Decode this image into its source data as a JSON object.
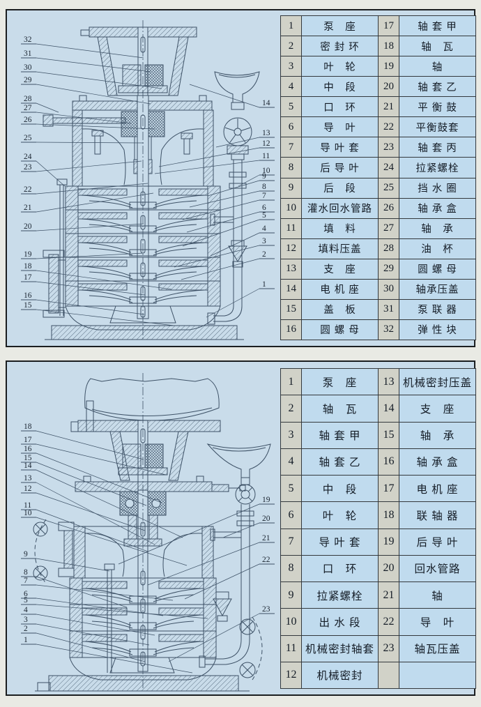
{
  "page_type": "pump cross-section diagrams with parts lists",
  "colors": {
    "page_bg": "#e9eae4",
    "panel_bg": "#c9dcea",
    "num_cell_bg": "#d1d2c8",
    "name_cell_bg": "#c0dbee",
    "line": "#3d5166",
    "border": "#1b1e20"
  },
  "panels": [
    {
      "id": "top",
      "table": {
        "rows": [
          [
            "1",
            "泵　座",
            "17",
            "轴 套 甲"
          ],
          [
            "2",
            "密 封 环",
            "18",
            "轴　瓦"
          ],
          [
            "3",
            "叶　轮",
            "19",
            "轴"
          ],
          [
            "4",
            "中　段",
            "20",
            "轴 套 乙"
          ],
          [
            "5",
            "口　环",
            "21",
            "平 衡 鼓"
          ],
          [
            "6",
            "导　叶",
            "22",
            "平衡鼓套"
          ],
          [
            "7",
            "导 叶 套",
            "23",
            "轴 套 丙"
          ],
          [
            "8",
            "后 导 叶",
            "24",
            "拉紧螺栓"
          ],
          [
            "9",
            "后　段",
            "25",
            "挡 水 圈"
          ],
          [
            "10",
            "灌水回水管路",
            "26",
            "轴 承 盒"
          ],
          [
            "11",
            "填　料",
            "27",
            "轴　承"
          ],
          [
            "12",
            "填料压盖",
            "28",
            "油　杯"
          ],
          [
            "13",
            "支　座",
            "29",
            "圆 螺 母"
          ],
          [
            "14",
            "电 机 座",
            "30",
            "轴承压盖"
          ],
          [
            "15",
            "盖　板",
            "31",
            "泵 联 器"
          ],
          [
            "16",
            "圆 螺 母",
            "32",
            "弹 性 块"
          ]
        ]
      },
      "callouts": {
        "left": [
          "32",
          "31",
          "30",
          "29",
          "28",
          "27",
          "26",
          "25",
          "24",
          "23",
          "22",
          "21",
          "20",
          "19",
          "18",
          "17",
          "16",
          "15"
        ],
        "right": [
          "14",
          "13",
          "12",
          "11",
          "10",
          "9",
          "8",
          "7",
          "6",
          "5",
          "4",
          "3",
          "2",
          "1"
        ]
      }
    },
    {
      "id": "bottom",
      "table": {
        "rows": [
          [
            "1",
            "泵　座",
            "13",
            "机械密封压盖"
          ],
          [
            "2",
            "轴　瓦",
            "14",
            "支　座"
          ],
          [
            "3",
            "轴 套 甲",
            "15",
            "轴　承"
          ],
          [
            "4",
            "轴 套 乙",
            "16",
            "轴 承 盒"
          ],
          [
            "5",
            "中　段",
            "17",
            "电 机 座"
          ],
          [
            "6",
            "叶　轮",
            "18",
            "联 轴 器"
          ],
          [
            "7",
            "导 叶 套",
            "19",
            "后 导 叶"
          ],
          [
            "8",
            "口　环",
            "20",
            "回水管路"
          ],
          [
            "9",
            "拉紧螺栓",
            "21",
            "轴"
          ],
          [
            "10",
            "出 水 段",
            "22",
            "导　叶"
          ],
          [
            "11",
            "机械密封轴套",
            "23",
            "轴瓦压盖"
          ],
          [
            "12",
            "机械密封",
            "",
            ""
          ]
        ]
      },
      "callouts": {
        "left": [
          "18",
          "17",
          "16",
          "15",
          "14",
          "13",
          "12",
          "11",
          "10",
          "9",
          "8",
          "7",
          "6",
          "5",
          "4",
          "3",
          "2",
          "1"
        ],
        "right": [
          "19",
          "20",
          "21",
          "22",
          "23"
        ]
      }
    }
  ]
}
